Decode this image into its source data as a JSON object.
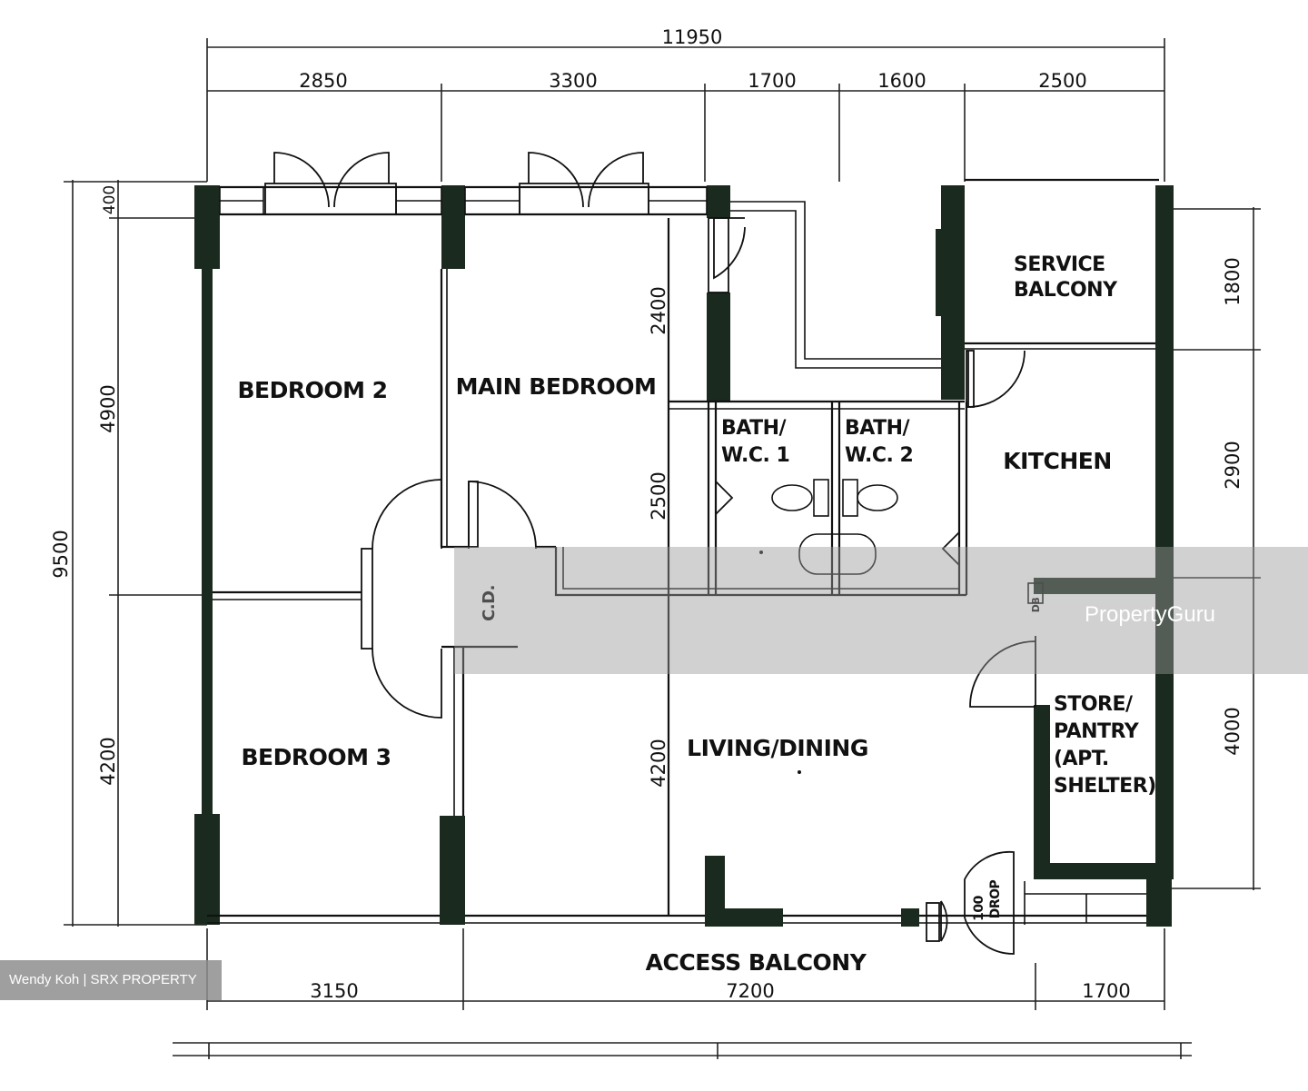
{
  "rooms": {
    "bedroom2": "BEDROOM 2",
    "main_bedroom": "MAIN BEDROOM",
    "bedroom3": "BEDROOM 3",
    "bath1_l1": "BATH/",
    "bath1_l2": "W.C. 1",
    "bath2_l1": "BATH/",
    "bath2_l2": "W.C. 2",
    "service_l1": "SERVICE",
    "service_l2": "BALCONY",
    "kitchen": "KITCHEN",
    "living": "LIVING/DINING",
    "store_l1": "STORE/",
    "store_l2": "PANTRY",
    "store_l3": "(APT.",
    "store_l4": "SHELTER)",
    "access": "ACCESS BALCONY",
    "db": "DB",
    "cd": "C.D.",
    "refuse_l1": "100",
    "refuse_l2": "DROP"
  },
  "dimensions": {
    "top_total": "11950",
    "top": [
      "2850",
      "3300",
      "1700",
      "1600",
      "2500"
    ],
    "left_total": "9500",
    "left": [
      "400",
      "4900",
      "4200"
    ],
    "right": [
      "1800",
      "2900",
      "4000"
    ],
    "bottom": [
      "3150",
      "7200",
      "1700"
    ],
    "inner_upper": "2400",
    "inner_mid": "2500",
    "inner_lower": "4200"
  },
  "watermark": "PropertyGuru",
  "credit": "Wendy Koh | SRX PROPERTY"
}
